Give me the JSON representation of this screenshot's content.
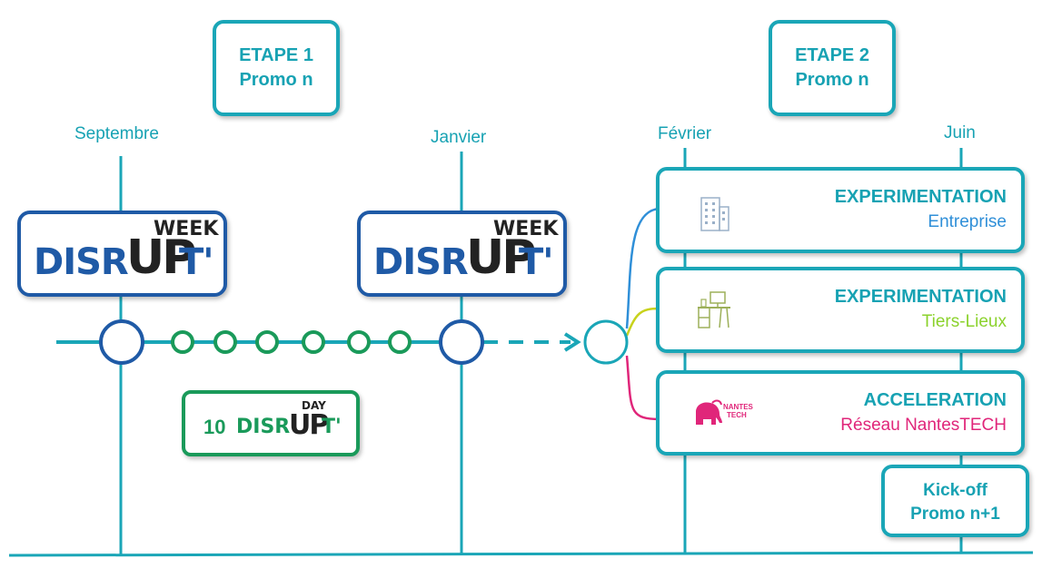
{
  "colors": {
    "teal": "#1aa6b7",
    "blue": "#1f5aa6",
    "green": "#1a9a5a",
    "entreprise": "#2f8fd8",
    "tiers_lieux": "#8bd22c",
    "reseau": "#e0267a"
  },
  "etape1": {
    "line1": "ETAPE 1",
    "line2": "Promo n"
  },
  "etape2": {
    "line1": "ETAPE 2",
    "line2": "Promo n"
  },
  "months": {
    "septembre": "Septembre",
    "janvier": "Janvier",
    "fevrier": "Février",
    "juin": "Juin"
  },
  "logo_week": {
    "disr": "DISR",
    "up": "UP",
    "t": "T'",
    "week": "WEEK"
  },
  "logo_day": {
    "count": "10",
    "disr": "DISR",
    "up": "UP",
    "t": "T'",
    "day": "DAY"
  },
  "cards": [
    {
      "title": "EXPERIMENTATION",
      "subtitle": "Entreprise",
      "icon": "building-icon"
    },
    {
      "title": "EXPERIMENTATION",
      "subtitle": "Tiers-Lieux",
      "icon": "desk-icon"
    },
    {
      "title": "ACCELERATION",
      "subtitle": "Réseau NantesTECH",
      "icon": "nantes-tech-elephant-icon",
      "logo_text_top": "NANTES",
      "logo_text_bottom": "TECH"
    }
  ],
  "kickoff": {
    "line1": "Kick-off",
    "line2": "Promo n+1"
  }
}
